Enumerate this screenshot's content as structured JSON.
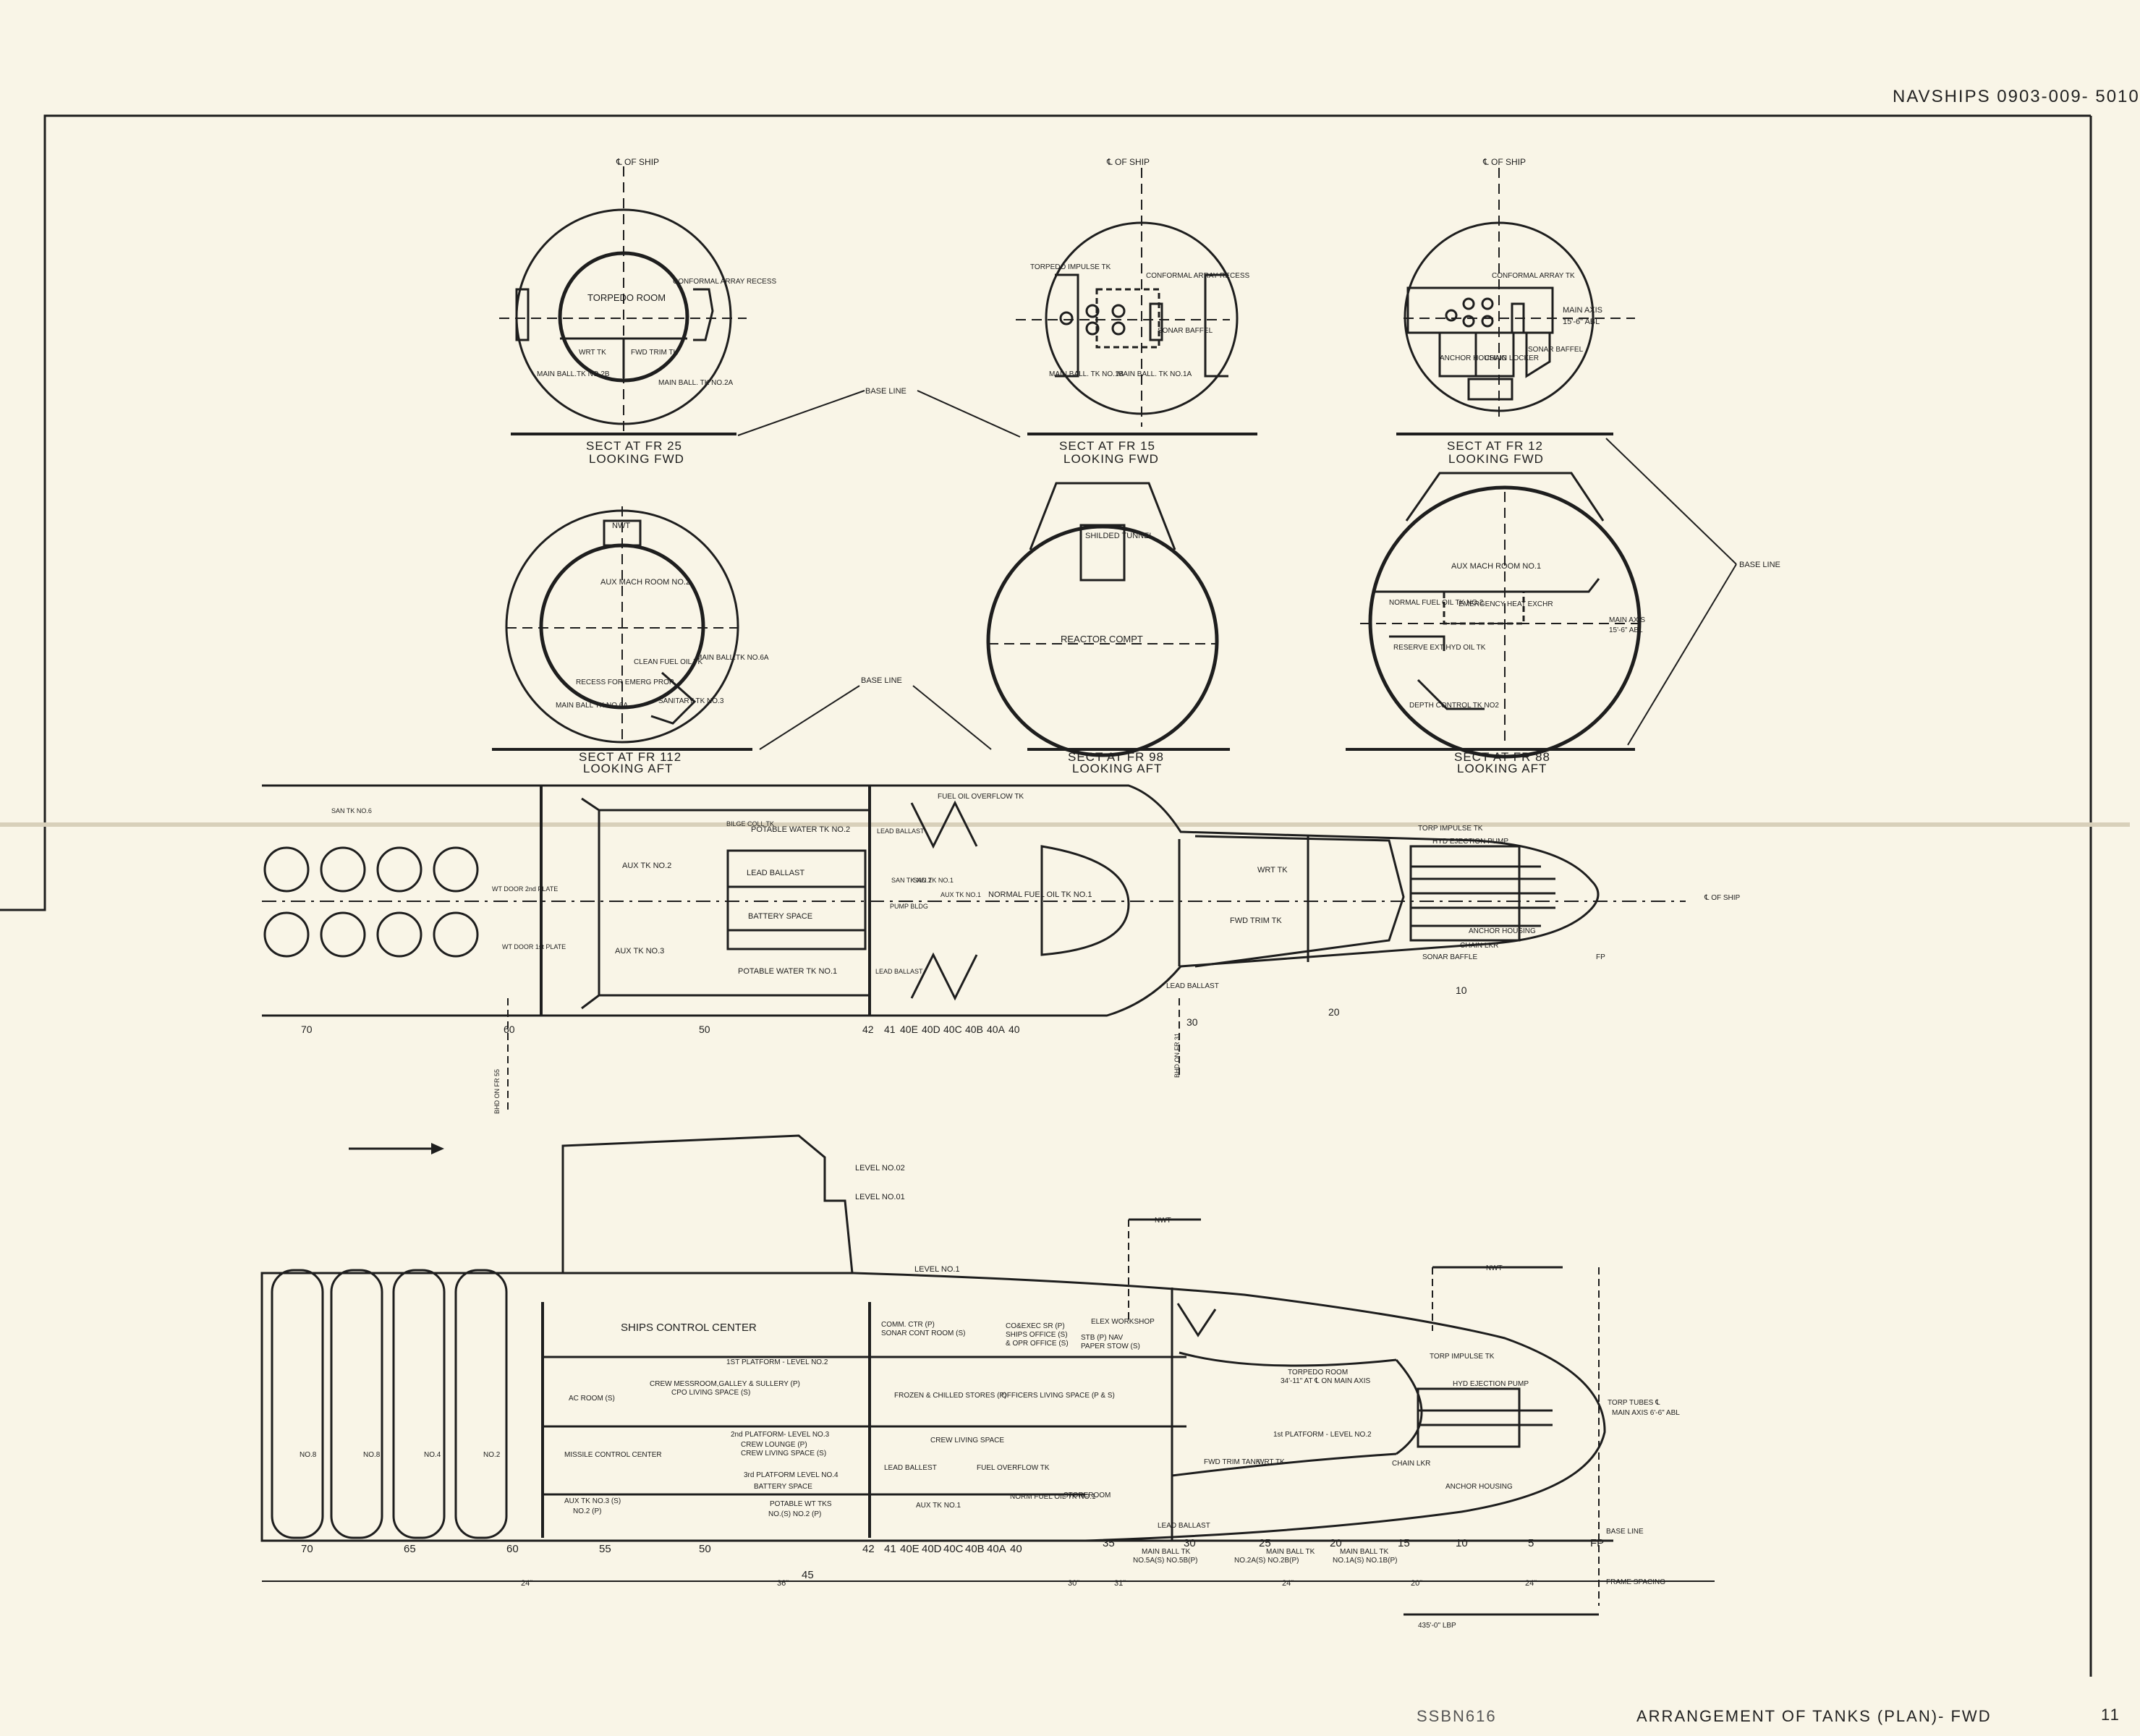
{
  "doc_number": "NAVSHIPS 0903-009- 5010",
  "hull": "SSBN616",
  "sheet_title": "ARRANGEMENT OF TANKS (PLAN)- FWD",
  "page_number": "11",
  "sections": [
    {
      "title": "SECT AT FR 25",
      "sub": "LOOKING FWD",
      "cl": "℄ OF SHIP",
      "labels": [
        "TORPEDO ROOM",
        "CONFORMAL ARRAY RECESS",
        "WRT TK",
        "FWD TRIM TK",
        "MAIN BALL.TK NO.2B",
        "MAIN BALL. TK NO.2A"
      ]
    },
    {
      "title": "SECT AT FR 15",
      "sub": "LOOKING FWD",
      "cl": "℄ OF SHIP",
      "labels": [
        "TORPEDO IMPULSE TK",
        "CONFORMAL ARRAY RECESS",
        "SONAR BAFFEL",
        "MAIN BALL. TK NO.1B",
        "MAIN BALL. TK NO.1A"
      ]
    },
    {
      "title": "SECT AT FR 12",
      "sub": "LOOKING FWD",
      "cl": "℄ OF SHIP",
      "labels": [
        "CONFORMAL ARRAY TK",
        "MAIN AXIS",
        "15'-6\" ABL",
        "ANCHOR HOUSING",
        "CHAIN LOCKER",
        "SONAR BAFFEL"
      ]
    },
    {
      "title": "SECT AT FR 112",
      "sub": "LOOKING AFT",
      "cl": "",
      "labels": [
        "NWT",
        "AUX MACH ROOM NO.2",
        "CLEAN FUEL OIL TK",
        "MAIN BALL.TK NO.6A",
        "RECESS FOR EMERG PROP",
        "MAIN BALL TK NO.6A",
        "SANITARY TK NO.3"
      ]
    },
    {
      "title": "SECT AT FR 98",
      "sub": "LOOKING AFT",
      "cl": "",
      "labels": [
        "SHILDED TUNNEL",
        "REACTOR COMPT"
      ]
    },
    {
      "title": "SECT AT FR 88",
      "sub": "LOOKING AFT",
      "cl": "",
      "labels": [
        "AUX MACH ROOM NO.1",
        "NORMAL FUEL OIL TK NO.2",
        "EMERGENCY HEAT EXCHR",
        "MAIN AXIS",
        "15'-6\" ABL",
        "RESERVE EXT HYD OIL TK",
        "DEPTH CONTROL TK NO2"
      ]
    }
  ],
  "base_line": "BASE LINE",
  "plan": {
    "labels": [
      "SAN TK NO.6",
      "WT DOOR 2nd PLATE",
      "WT DOOR 1st PLATE",
      "AUX TK NO.2",
      "AUX TK NO.3",
      "BILGE COLL TK",
      "POTABLE WATER TK NO.2",
      "LEAD BALLAST",
      "BATTERY SPACE",
      "POTABLE WATER TK NO.1",
      "LEAD BALLAST",
      "LEAD BALLAST",
      "SAN TK NO.2",
      "SAN TK NO.1",
      "PUMP BLDG",
      "AUX TK NO.1",
      "NORMAL FUEL OIL TK NO.1",
      "FUEL OIL OVERFLOW TK",
      "LEAD BALLAST",
      "WRT TK",
      "FWD TRIM TK",
      "TORP IMPULSE TK",
      "HYD EJECTION PUMP",
      "CHAIN LKR",
      "ANCHOR HOUSING",
      "SONAR BAFFLE",
      "℄ OF SHIP",
      "FP",
      "BHD ON FR 55",
      "BHD ON FR 31"
    ],
    "frames": [
      "70",
      "60",
      "50",
      "42",
      "41",
      "40E",
      "40D",
      "40C",
      "40B",
      "40A",
      "40",
      "30",
      "20",
      "10"
    ]
  },
  "profile": {
    "labels": [
      "LEVEL NO.02",
      "LEVEL NO.01",
      "LEVEL NO.1",
      "SHIPS CONTROL CENTER",
      "1ST PLATFORM - LEVEL NO.2",
      "CREW MESSROOM,GALLEY & SULLERY (P)",
      "CPO LIVING SPACE (S)",
      "AC ROOM (S)",
      "2nd PLATFORM- LEVEL NO.3",
      "CREW LOUNGE (P)",
      "CREW LIVING SPACE (S)",
      "MISSILE CONTROL CENTER",
      "3rd PLATFORM LEVEL NO.4",
      "BATTERY SPACE",
      "AUX TK NO.3 (S)",
      "NO.2 (P)",
      "POTABLE WT TKS",
      "NO.(S) NO.2 (P)",
      "COMM. CTR (P)",
      "SONAR CONT ROOM (S)",
      "CO&EXEC SR (P)",
      "SHIPS OFFICE (S)",
      "& OPR OFFICE (S)",
      "ELEX WORKSHOP",
      "STB (P) NAV",
      "PAPER STOW (S)",
      "FROZEN & CHILLED STORES (P)",
      "OFFICERS LIVING SPACE (P & S)",
      "CREW LIVING SPACE",
      "LEAD BALLEST",
      "FUEL OVERFLOW TK",
      "AUX TK NO.1",
      "NORM FUEL OIL TK NO.1",
      "STOREROOM",
      "LEAD BALLAST",
      "FWD TRIM TANK",
      "WRT TK",
      "TORPEDO ROOM",
      "34'-11\" AT ℄ ON MAIN AXIS",
      "1st PLATFORM - LEVEL NO.2",
      "TORP IMPULSE TK",
      "HYD EJECTION PUMP",
      "CHAIN LKR",
      "ANCHOR HOUSING",
      "TORP TUBES ℄",
      "MAIN AXIS 6'-6\" ABL",
      "NWT",
      "NWT",
      "BASE LINE",
      "FRAME SPACING",
      "435'-0\" LBP",
      "MAIN BALL TK",
      "MAIN BALL TK",
      "MAIN BALL TK",
      "NO.5A(S) NO.5B(P)",
      "NO.2A(S) NO.2B(P)",
      "NO.1A(S) NO.1B(P)",
      "NO.8",
      "NO.8",
      "NO.4",
      "NO.2"
    ],
    "frames": [
      "70",
      "65",
      "60",
      "55",
      "50",
      "45",
      "42",
      "41",
      "40E",
      "40D",
      "40C",
      "40B",
      "40A",
      "40",
      "35",
      "30",
      "25",
      "20",
      "15",
      "10",
      "5",
      "FP"
    ],
    "spacings": [
      "24\"",
      "36\"",
      "30\"",
      "31\"",
      "24\"",
      "20\"",
      "24\""
    ]
  }
}
